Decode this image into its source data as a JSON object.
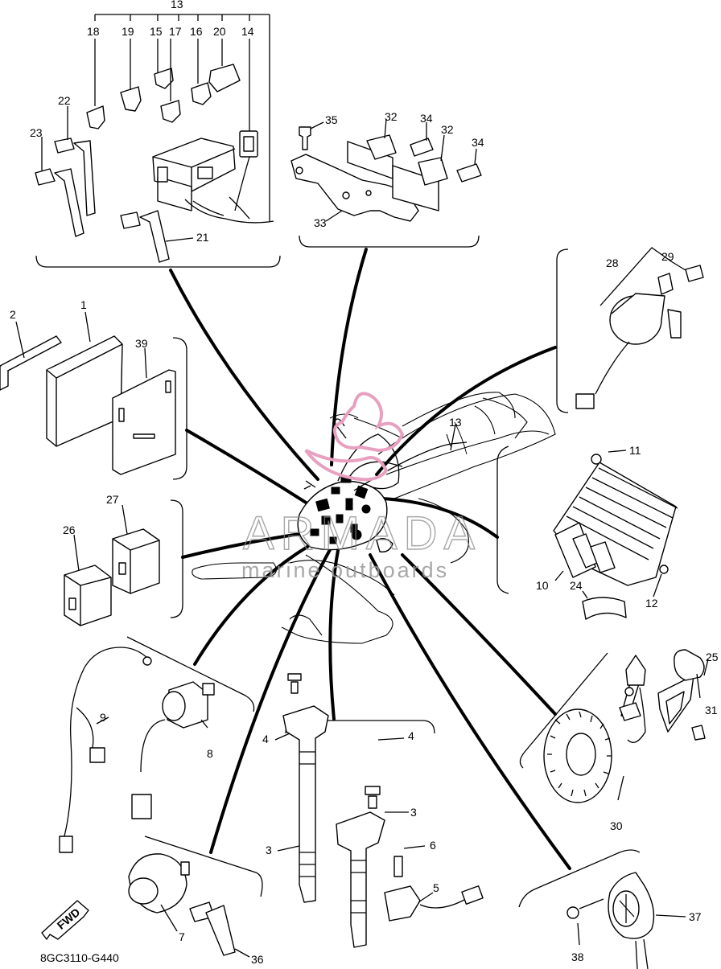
{
  "diagram_code": "8GC3110-G440",
  "fwd_label": "FWD",
  "watermark": {
    "brand": "ARMADA",
    "tagline": "marine outboards",
    "logo_color": "#e8a0c0"
  },
  "callouts": [
    "1",
    "2",
    "3",
    "3",
    "4",
    "4",
    "5",
    "6",
    "7",
    "8",
    "9",
    "10",
    "11",
    "12",
    "13",
    "13",
    "14",
    "15",
    "16",
    "17",
    "18",
    "19",
    "20",
    "21",
    "22",
    "23",
    "24",
    "25",
    "26",
    "27",
    "28",
    "29",
    "30",
    "31",
    "32",
    "32",
    "33",
    "34",
    "34",
    "35",
    "36",
    "37",
    "38",
    "39"
  ]
}
